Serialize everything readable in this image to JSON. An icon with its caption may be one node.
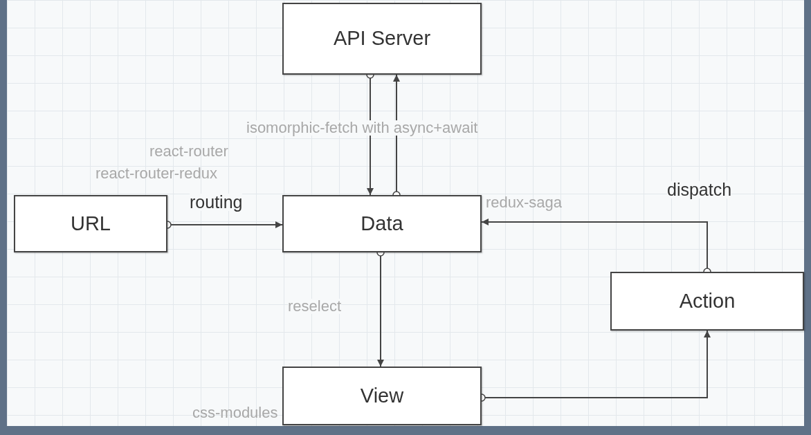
{
  "diagram": {
    "nodes": [
      {
        "text": [
          "API Server"
        ]
      },
      {
        "text": [
          "URL"
        ]
      },
      {
        "text": [
          "Data"
        ]
      },
      {
        "text": [
          "Action"
        ]
      },
      {
        "text": [
          "View"
        ]
      }
    ],
    "edges": [
      {
        "from": 0,
        "to": 2,
        "arrow": "to",
        "label": "isomorphic-fetch with async+await"
      },
      {
        "from": 2,
        "to": 0,
        "arrow": "to"
      },
      {
        "from": 1,
        "to": 2,
        "arrow": "to",
        "label": "routing"
      },
      {
        "from": 3,
        "to": 2,
        "arrow": "to",
        "label": "dispatch"
      },
      {
        "from": 2,
        "to": 4,
        "arrow": "to",
        "label": "reselect"
      },
      {
        "from": 4,
        "to": 3,
        "arrow": "to"
      }
    ],
    "labels": [
      "react-router",
      "react-router-redux",
      "redux-saga",
      "css-modules"
    ]
  }
}
